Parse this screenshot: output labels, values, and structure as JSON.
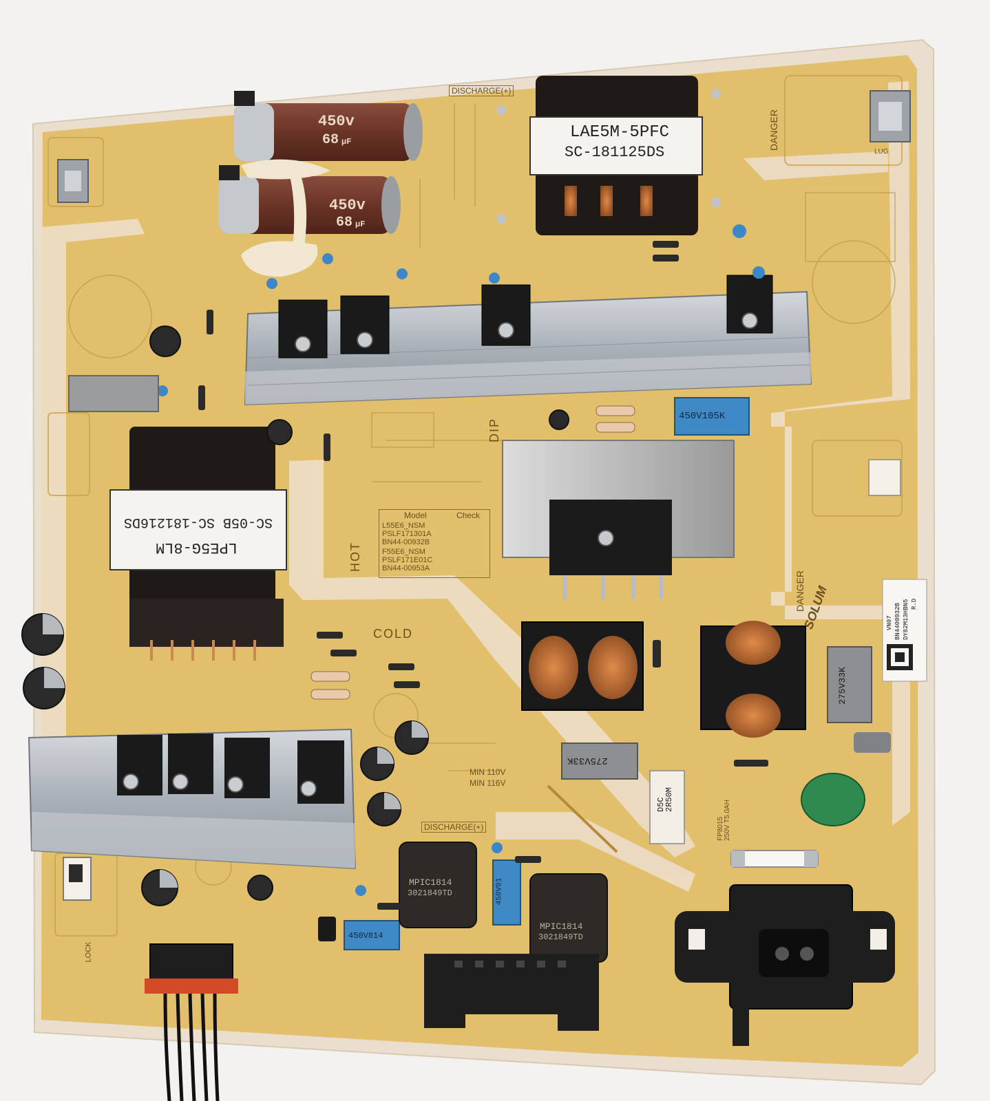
{
  "photo": {
    "subject": "power-supply-board",
    "colors": {
      "pcb": "#e2bf6a",
      "pcb_edge": "#eadfcf",
      "heatsink": "#b3b9bf",
      "capacitor": "#6e3a2c",
      "transformer": "#1f1a17",
      "blue_cap": "#3f8ac5",
      "wall": "#f3f2f0"
    },
    "pfc_transformer": {
      "line1": "LAE5M-5PFC",
      "line2": "SC-181125DS"
    },
    "main_transformer": {
      "line1": "LPE5G-8LM",
      "line2": "SC-05B SC-181216DS"
    },
    "bulk_caps": [
      {
        "voltage": "450v",
        "capacitance": "68",
        "unit": "µF"
      },
      {
        "voltage": "450v",
        "capacitance": "68",
        "unit": "µF"
      }
    ],
    "silkscreen": {
      "discharge_top": "DISCHARGE(+)",
      "discharge_bottom": "DISCHARGE(+)",
      "danger": "DANGER",
      "danger_lower": "DANGER",
      "hot": "HOT",
      "cold": "COLD",
      "dip": "DIP",
      "lug": "LUG",
      "lock": "LOCK",
      "model_header": "Model",
      "check_header": "Check",
      "model_1": "L55E6_NSM",
      "model_1_code": "PSLF171301A",
      "model_1_part": "BN44-00932B",
      "model_2": "F55E6_NSM",
      "model_2_code": "PSLF171E01C",
      "model_2_part": "BN44-00953A",
      "voltage_1": "MIN 110V",
      "voltage_2": "MIN 116V",
      "brand": "SOLUM"
    },
    "film_caps": {
      "top": "450V105K",
      "bottom": "450V814",
      "mid": "450V01"
    },
    "x_caps": {
      "a": "275V33K",
      "b": "275V33K"
    },
    "inductors": {
      "a": "MPIC1814",
      "a_code": "3021849TD",
      "b": "MPIC1814",
      "b_code": "3021849TD"
    },
    "sticker": {
      "line1": "VN07",
      "line2": "BN4400932B",
      "line3": "DY82M13HBN5",
      "line4": "R.D"
    },
    "fuse_label": "FP8015\n250V T5.0AH",
    "bridge": "D5C\n2R50M"
  }
}
